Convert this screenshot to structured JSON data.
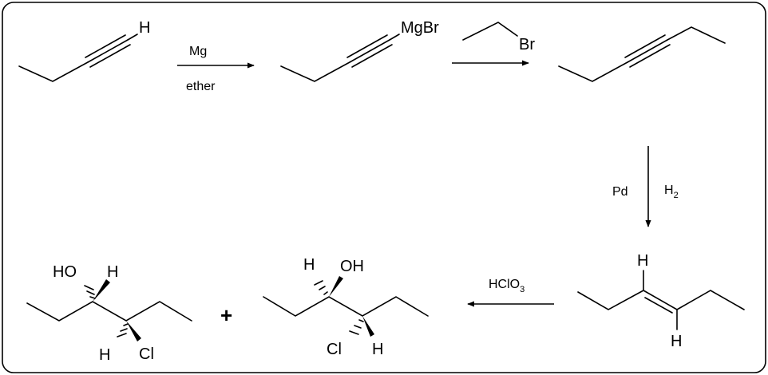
{
  "atoms": {
    "H": "H",
    "MgBr": "MgBr",
    "Br": "Br",
    "HO": "HO",
    "OH": "OH",
    "Cl": "Cl"
  },
  "reagents": {
    "mg": "Mg",
    "ether": "ether",
    "pd": "Pd",
    "h2_main": "H",
    "h2_sub": "2",
    "hclo_main": "HClO",
    "hclo_sub": "3"
  },
  "plus": "+"
}
